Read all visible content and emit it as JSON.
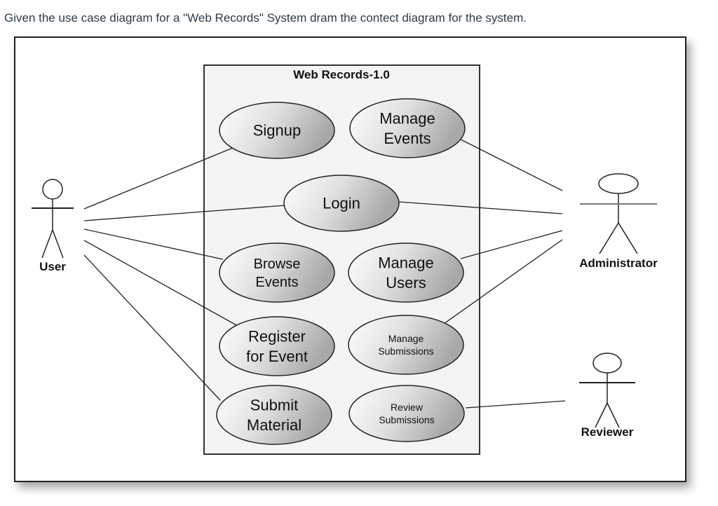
{
  "question": "Given the use case diagram  for a \"Web Records\" System dram the contect diagram for the system.",
  "diagram": {
    "system_title": "Web Records-1.0",
    "actors": [
      {
        "id": "user",
        "label": "User"
      },
      {
        "id": "administrator",
        "label": "Administrator"
      },
      {
        "id": "reviewer",
        "label": "Reviewer"
      }
    ],
    "use_cases": [
      {
        "id": "signup",
        "lines": [
          "Signup"
        ]
      },
      {
        "id": "manage-events",
        "lines": [
          "Manage",
          "Events"
        ]
      },
      {
        "id": "login",
        "lines": [
          "Login"
        ]
      },
      {
        "id": "browse-events",
        "lines": [
          "Browse",
          "Events"
        ]
      },
      {
        "id": "manage-users",
        "lines": [
          "Manage",
          "Users"
        ]
      },
      {
        "id": "register-for-event",
        "lines": [
          "Register",
          "for Event"
        ]
      },
      {
        "id": "manage-submissions",
        "lines": [
          "Manage",
          "Submissions"
        ]
      },
      {
        "id": "submit-material",
        "lines": [
          "Submit",
          "Material"
        ]
      },
      {
        "id": "review-submissions",
        "lines": [
          "Review",
          "Submissions"
        ]
      }
    ],
    "associations": [
      [
        "user",
        "signup"
      ],
      [
        "user",
        "login"
      ],
      [
        "user",
        "browse-events"
      ],
      [
        "user",
        "register-for-event"
      ],
      [
        "user",
        "submit-material"
      ],
      [
        "administrator",
        "manage-events"
      ],
      [
        "administrator",
        "login"
      ],
      [
        "administrator",
        "manage-users"
      ],
      [
        "administrator",
        "manage-submissions"
      ],
      [
        "reviewer",
        "review-submissions"
      ]
    ]
  }
}
